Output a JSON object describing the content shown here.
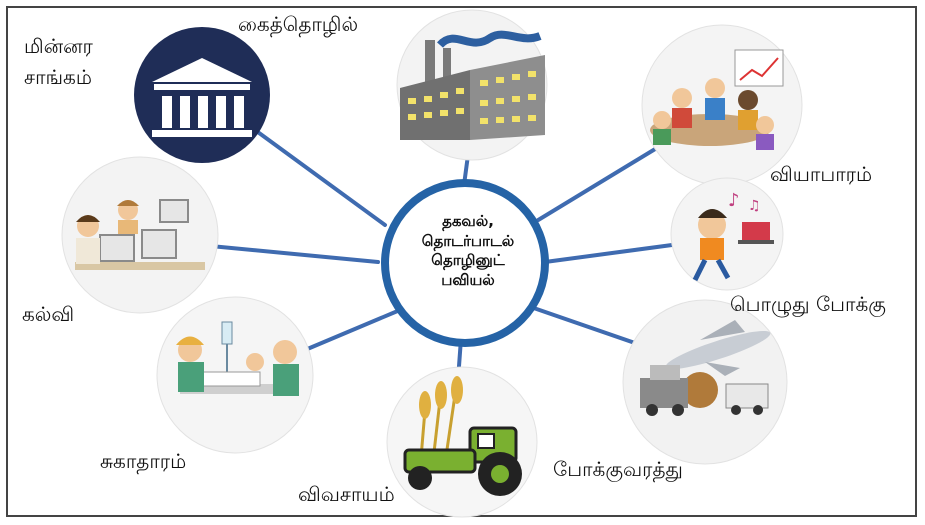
{
  "center": {
    "lines": [
      "தகவல்,",
      "தொடர்பாடல்",
      "தொழினுட்",
      "பவியல்"
    ]
  },
  "nodes": {
    "government": {
      "lines": [
        "மின்னர",
        "சாங்கம்"
      ],
      "icon": "government-building-icon"
    },
    "industry": {
      "label": "கைத்தொழில்",
      "icon": "factory-icon"
    },
    "commerce": {
      "label": "வியாபாரம்",
      "icon": "business-meeting-icon"
    },
    "entertainment": {
      "label": "பொழுது போக்கு",
      "icon": "music-entertainment-icon"
    },
    "transport": {
      "label": "போக்குவரத்து",
      "icon": "transport-vehicles-icon"
    },
    "agriculture": {
      "label": "விவசாயம்",
      "icon": "tractor-icon"
    },
    "health": {
      "label": "சுகாதாரம்",
      "icon": "hospital-icon"
    },
    "education": {
      "label": "கல்வி",
      "icon": "computer-lab-icon"
    }
  },
  "colors": {
    "connector": "#3f6bb0",
    "center_ring": "#2563a6",
    "gov_navy": "#1f2d57",
    "border": "#444444"
  }
}
